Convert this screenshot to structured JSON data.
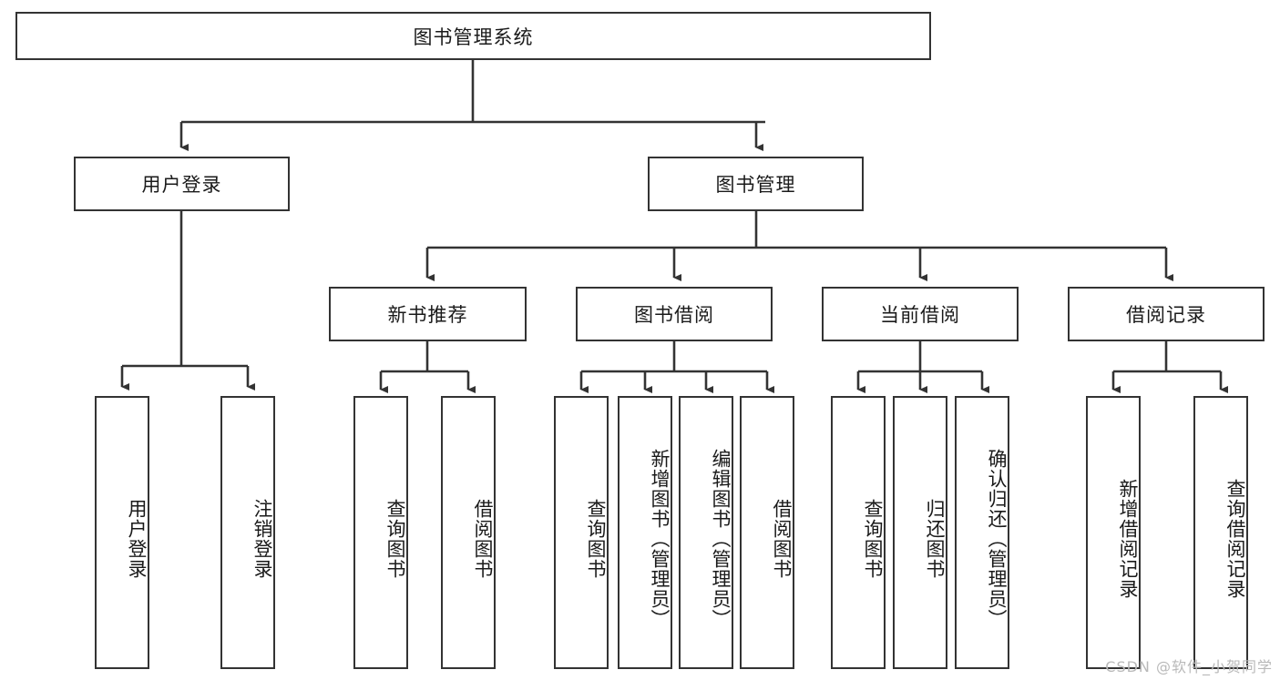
{
  "diagram": {
    "type": "tree",
    "title": "图书管理系统",
    "root": {
      "label": "图书管理系统"
    },
    "tier2": [
      {
        "label": "用户登录"
      },
      {
        "label": "图书管理"
      }
    ],
    "tier3": [
      {
        "label": "新书推荐"
      },
      {
        "label": "图书借阅"
      },
      {
        "label": "当前借阅"
      },
      {
        "label": "借阅记录"
      }
    ],
    "leaves": [
      {
        "label": "用户登录",
        "parent": "用户登录"
      },
      {
        "label": "注销登录",
        "parent": "用户登录"
      },
      {
        "label": "查询图书",
        "parent": "新书推荐"
      },
      {
        "label": "借阅图书",
        "parent": "新书推荐"
      },
      {
        "label": "查询图书",
        "parent": "图书借阅"
      },
      {
        "label": "新增图书（管理员）",
        "parent": "图书借阅"
      },
      {
        "label": "编辑图书（管理员）",
        "parent": "图书借阅"
      },
      {
        "label": "借阅图书",
        "parent": "图书借阅"
      },
      {
        "label": "查询图书",
        "parent": "当前借阅"
      },
      {
        "label": "归还图书",
        "parent": "当前借阅"
      },
      {
        "label": "确认归还（管理员）",
        "parent": "当前借阅"
      },
      {
        "label": "新增借阅记录",
        "parent": "借阅记录"
      },
      {
        "label": "查询借阅记录",
        "parent": "借阅记录"
      }
    ]
  },
  "watermark": {
    "text": "CSDN @软件_小贺同学"
  },
  "colors": {
    "border": "#333333",
    "text": "#1a1a1a",
    "background": "#ffffff",
    "watermark": "#b9b9b9"
  }
}
